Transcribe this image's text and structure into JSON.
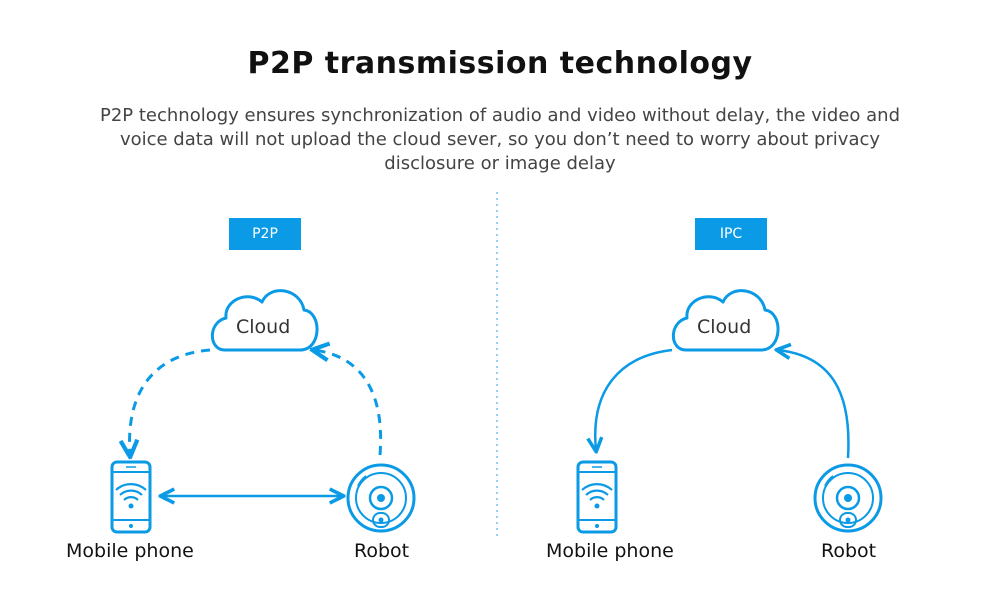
{
  "header": {
    "title": "P2P transmission technology",
    "description": "P2P technology ensures synchronization of audio and video without delay, the video and voice data will not upload the cloud sever, so you don’t need to worry about privacy disclosure or image delay"
  },
  "panels": [
    {
      "tag": "P2P",
      "cloud": "Cloud",
      "left_node": "Mobile phone",
      "right_node": "Robot",
      "links": "dashed"
    },
    {
      "tag": "IPC",
      "cloud": "Cloud",
      "left_node": "Mobile phone",
      "right_node": "Robot",
      "links": "solid"
    }
  ],
  "colors": {
    "accent": "#0a9ae6",
    "text": "#111111",
    "divider": "#7ec4ea"
  }
}
